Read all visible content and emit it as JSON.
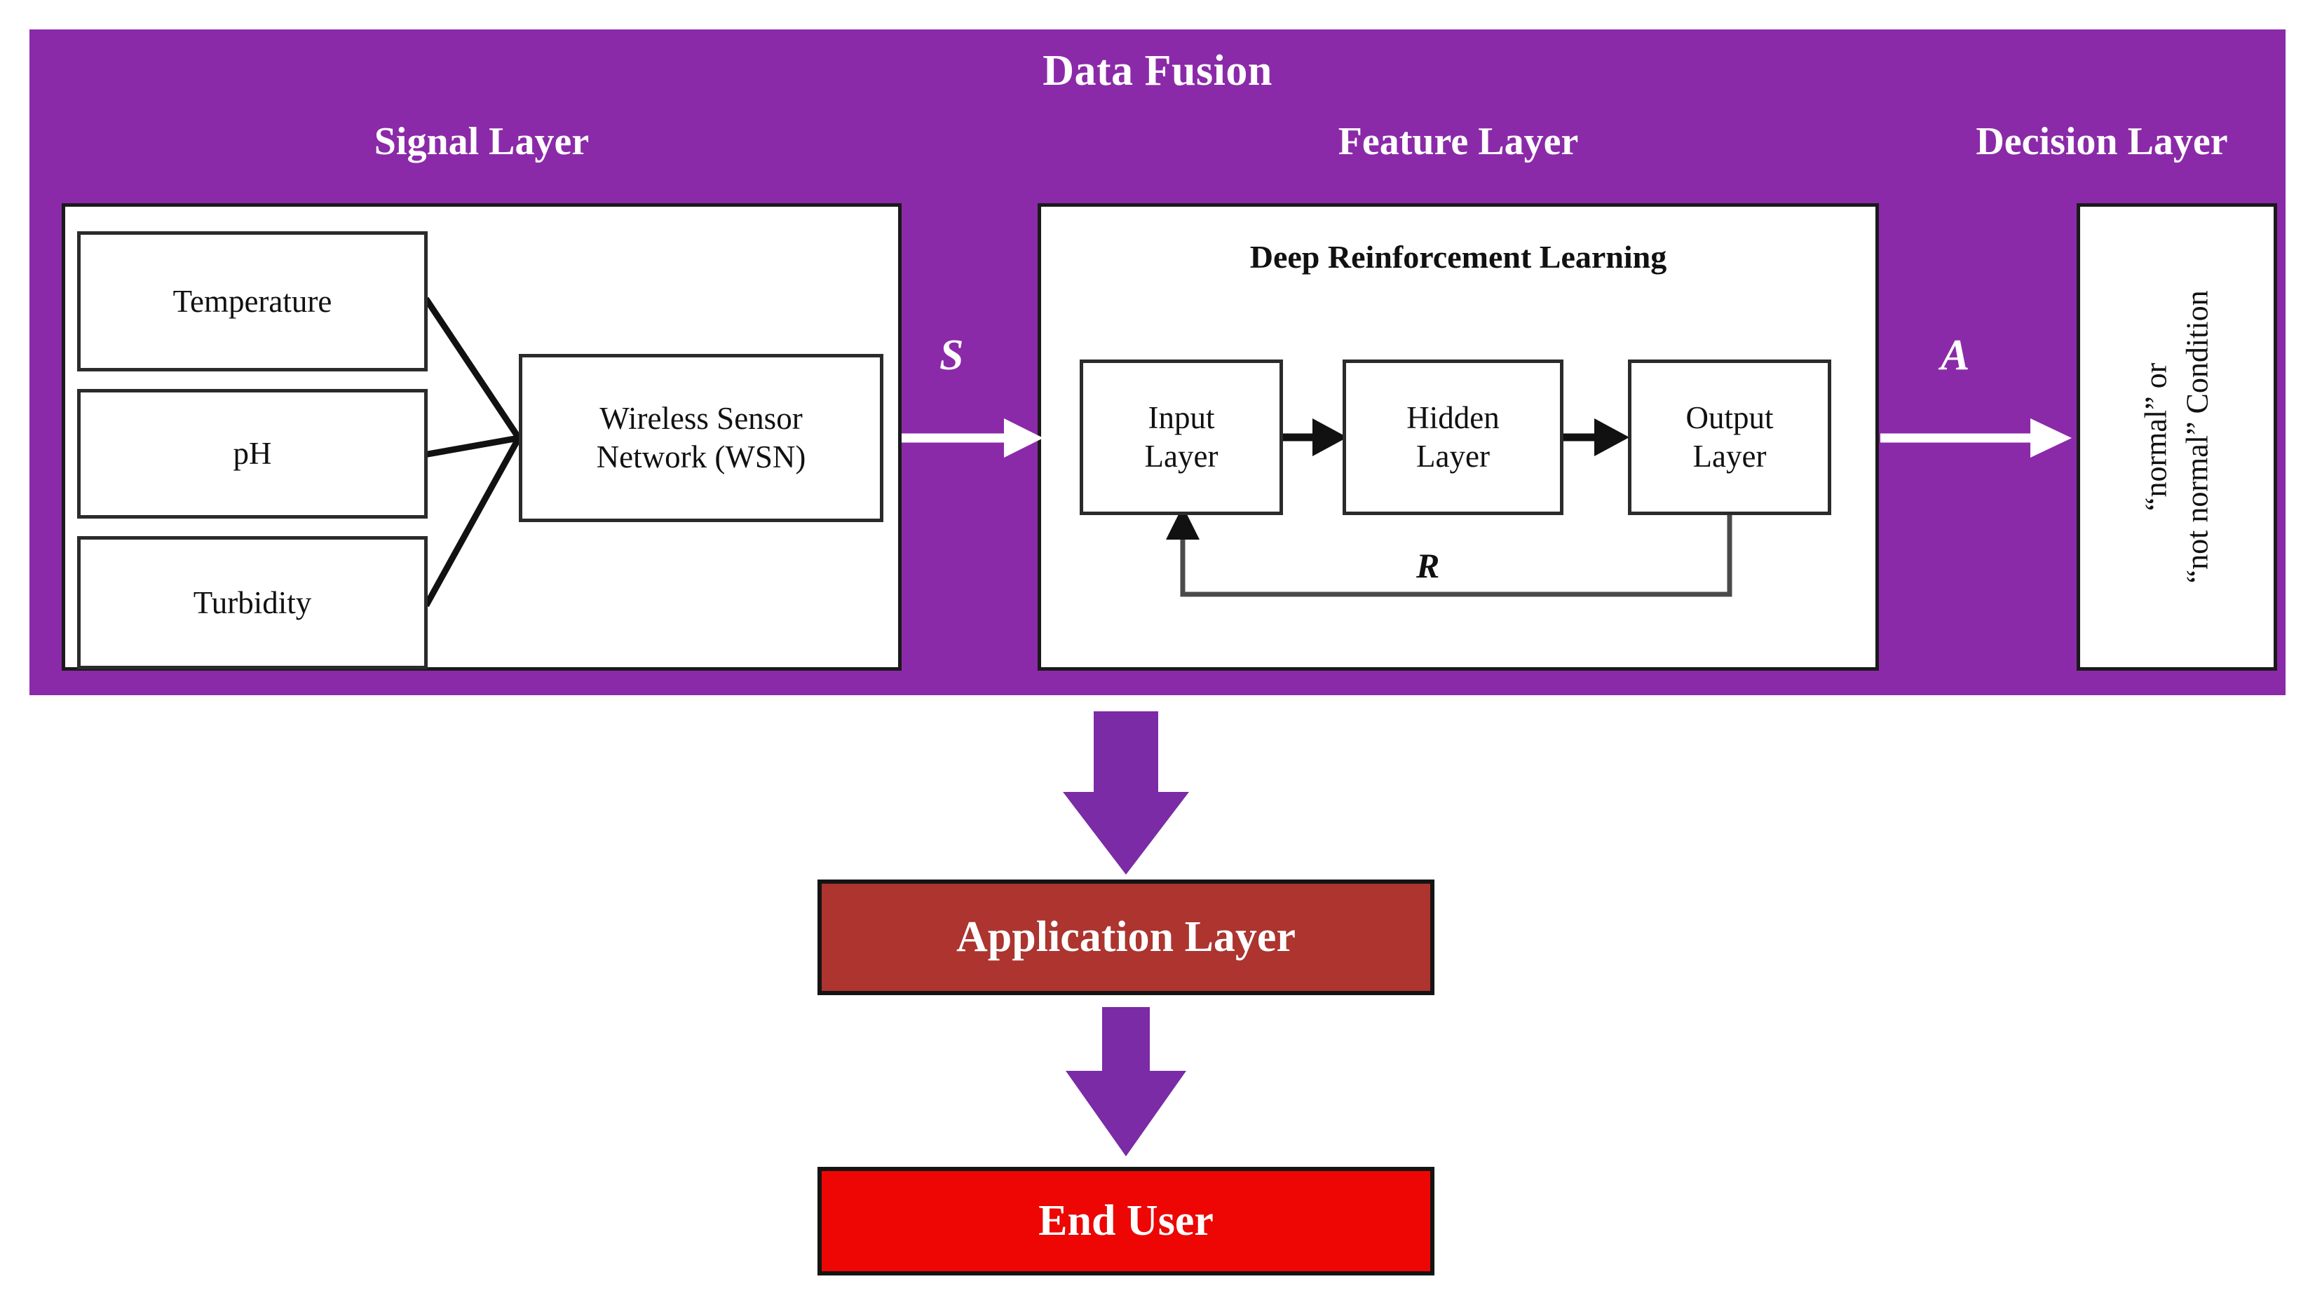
{
  "banner": {
    "title": "Data Fusion",
    "color": "#8B2AA8",
    "labels": {
      "signal": "Signal Layer",
      "feature": "Feature Layer",
      "decision": "Decision Layer"
    }
  },
  "signal_layer": {
    "sensors": [
      {
        "label": "Temperature"
      },
      {
        "label": "pH"
      },
      {
        "label": "Turbidity"
      }
    ],
    "aggregator": {
      "line1": "Wireless Sensor",
      "line2": "Network (WSN)"
    }
  },
  "flow": {
    "state_label": "S",
    "action_label": "A",
    "reward_label": "R"
  },
  "feature_layer": {
    "title": "Deep Reinforcement Learning",
    "nodes": [
      {
        "line1": "Input",
        "line2": "Layer"
      },
      {
        "line1": "Hidden",
        "line2": "Layer"
      },
      {
        "line1": "Output",
        "line2": "Layer"
      }
    ]
  },
  "decision_layer": {
    "line1": "“normal” or",
    "line2": "“not normal” Condition"
  },
  "bottom": {
    "application": {
      "label": "Application Layer",
      "color": "#AD342F"
    },
    "enduser": {
      "label": "End User",
      "color": "#EE0605"
    },
    "arrow_color": "#7A2BA5"
  }
}
